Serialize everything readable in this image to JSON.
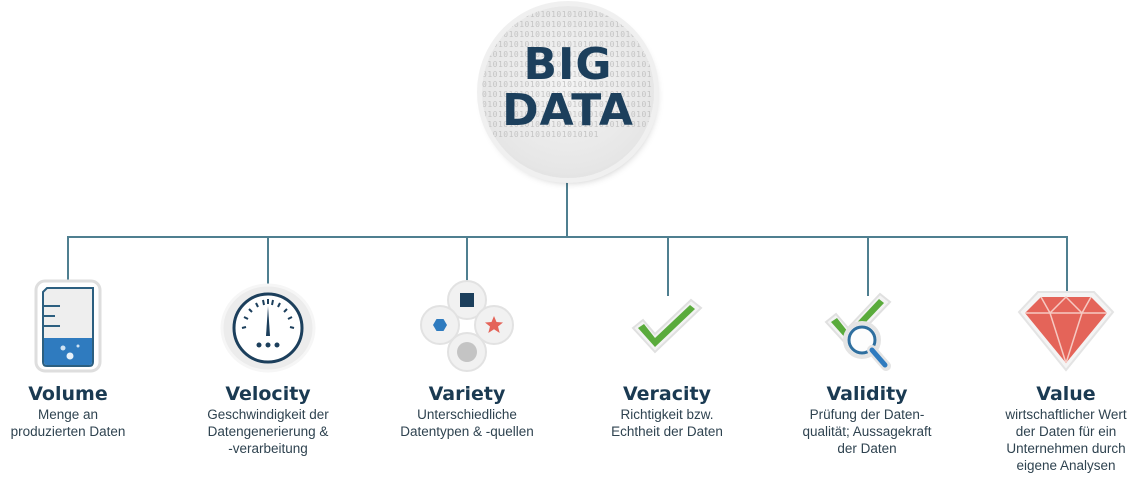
{
  "hub": {
    "title_line1": "BIG",
    "title_line2": "DATA",
    "background_pattern": "0101010101010101010101010101010101010101010101010101010101010101010101010101010101010101010101010101010101010101010101010101010101010101010101010101010101010101010101010101010101010101010101010101010101010101010101010101010101010101010101010101010101010101010101010101010101010101010101010101010101010101010101010101010101010101010101010101010101010101010101010101010101010101010101010101010101010101010101"
  },
  "colors": {
    "line": "#4f7f90",
    "title": "#1a3a52",
    "blue": "#2f7bbf",
    "green": "#5aab3c",
    "red": "#e46459",
    "navy": "#1c3f5c"
  },
  "items": [
    {
      "title": "Volume",
      "desc_lines": [
        "Menge an",
        "produzierten Daten"
      ],
      "icon": "beaker-icon"
    },
    {
      "title": "Velocity",
      "desc_lines": [
        "Geschwindigkeit der",
        "Datengenerierung &",
        "-verarbeitung"
      ],
      "icon": "speedometer-icon"
    },
    {
      "title": "Variety",
      "desc_lines": [
        "Unterschiedliche",
        "Datentypen & -quellen"
      ],
      "icon": "shapes-icon"
    },
    {
      "title": "Veracity",
      "desc_lines": [
        "Richtigkeit bzw.",
        "Echtheit der Daten"
      ],
      "icon": "checkmark-icon"
    },
    {
      "title": "Validity",
      "desc_lines": [
        "Prüfung der Daten-",
        "qualität; Aussagekraft",
        "der Daten"
      ],
      "icon": "check-magnifier-icon"
    },
    {
      "title": "Value",
      "desc_lines": [
        "wirtschaftlicher Wert",
        "der Daten für ein",
        "Unternehmen durch",
        "eigene Analysen"
      ],
      "icon": "diamond-icon"
    }
  ]
}
